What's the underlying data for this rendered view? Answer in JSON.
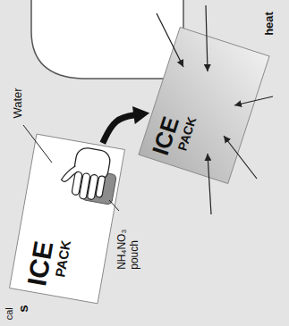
{
  "diagram": {
    "nodes": [
      {
        "text": [
          "ICE",
          "PACK"
        ]
      },
      {
        "text": [
          "ICE",
          "PACK"
        ]
      }
    ],
    "edges": [
      {
        "from": 0,
        "to": 1,
        "arrow": "to"
      }
    ],
    "labels": [
      "Water",
      "NH₄NO₃ pouch",
      "heat",
      "s",
      "cal"
    ]
  }
}
